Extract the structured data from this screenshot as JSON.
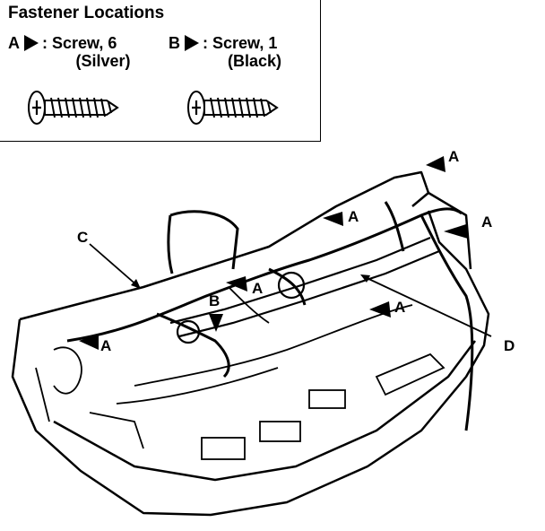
{
  "legend": {
    "title": "Fastener Locations",
    "key_a": {
      "letter": "A",
      "label": ": Screw, 6",
      "note": "(Silver)"
    },
    "key_b": {
      "letter": "B",
      "label": ": Screw, 1",
      "note": "(Black)"
    }
  },
  "callouts": {
    "a": "A",
    "b": "B",
    "c": "C",
    "d": "D"
  }
}
